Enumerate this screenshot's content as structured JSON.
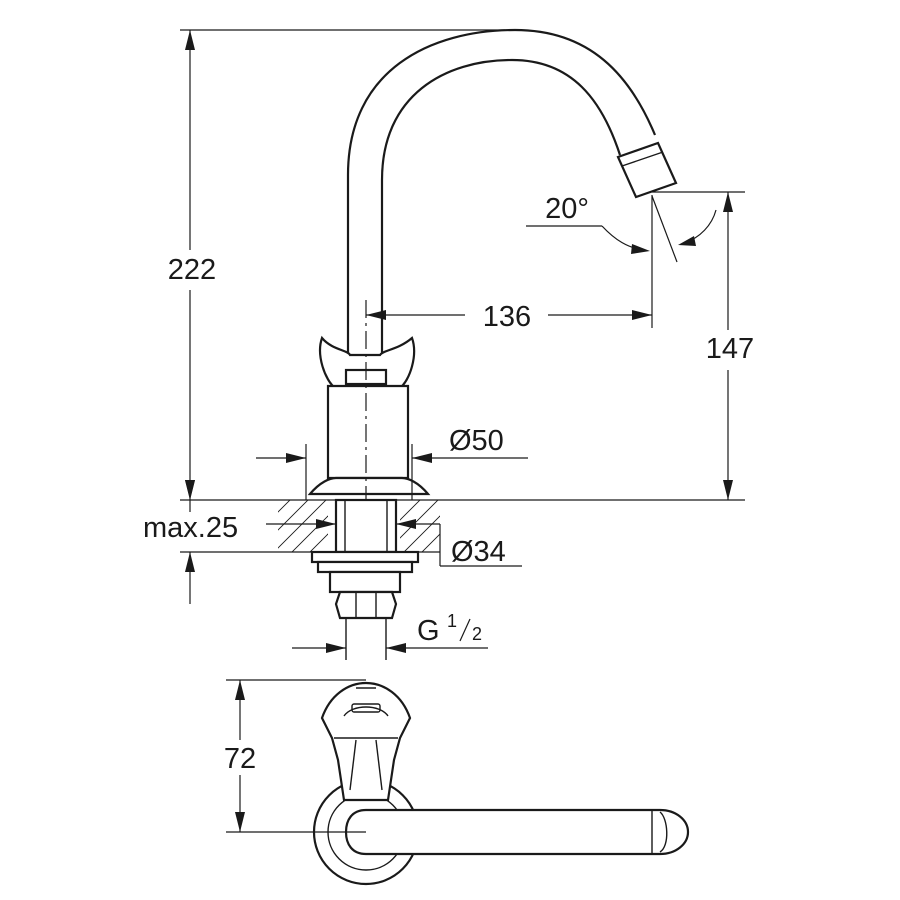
{
  "dimensions": {
    "total_height": "222",
    "spout_reach": "136",
    "spout_height": "147",
    "spray_angle": "20°",
    "body_diameter": "Ø50",
    "max_deck_thickness": "max.25",
    "mounting_hole_diameter": "Ø34",
    "thread_size": "G",
    "thread_fraction_numerator": "1",
    "thread_fraction_denominator": "2",
    "handle_height": "72"
  }
}
